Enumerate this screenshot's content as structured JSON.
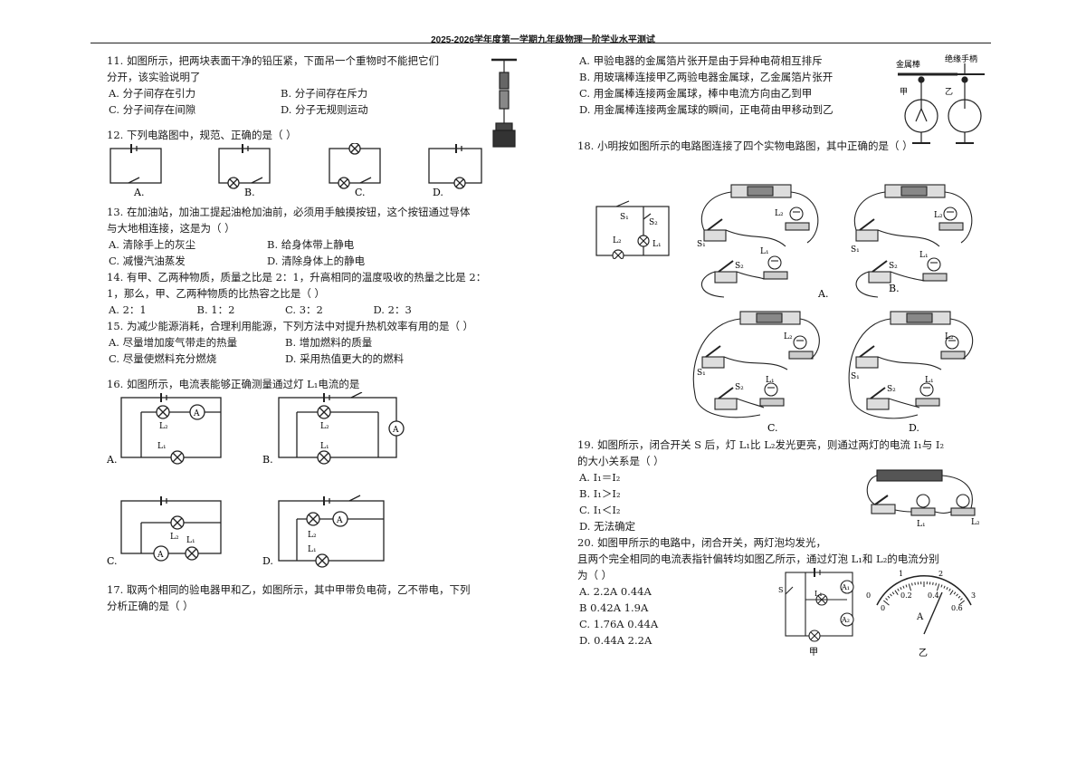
{
  "header": {
    "title": "2025-2026学年度第一学期九年级物理一阶学业水平测试"
  },
  "q11": {
    "stem1": "11. 如图所示，把两块表面干净的铅压紧，下面吊一个重物时不能把它们",
    "stem2": "分开，该实验说明了",
    "options": [
      "A. 分子间存在引力",
      "B. 分子间存在斥力",
      "C. 分子间存在间隙",
      "D. 分子无规则运动"
    ]
  },
  "q12": {
    "stem": "12. 下列电路图中，规范、正确的是（        ）",
    "labels": [
      "A.",
      "B.",
      "C.",
      "D."
    ]
  },
  "q13": {
    "stem1": "13. 在加油站，加油工提起油枪加油前，必须用手触摸按钮，这个按钮通过导体",
    "stem2": "与大地相连接，这是为（        ）",
    "options": [
      "A. 清除手上的灰尘",
      "B. 给身体带上静电",
      "C. 减慢汽油蒸发",
      "D. 清除身体上的静电"
    ]
  },
  "q14": {
    "stem1": "14. 有甲、乙两种物质，质量之比是 2：1，升高相同的温度吸收的热量之比是 2：",
    "stem2": "1，那么，甲、乙两种物质的比热容之比是（        ）",
    "options": [
      "A. 2：1",
      "B. 1：2",
      "C. 3：2",
      "D. 2：3"
    ]
  },
  "q15": {
    "stem": "15. 为减少能源消耗，合理利用能源，下列方法中对提升热机效率有用的是（   ）",
    "options": [
      "A. 尽量增加废气带走的热量",
      "B. 增加燃料的质量",
      "C. 尽量使燃料充分燃烧",
      "D. 采用热值更大的的燃料"
    ]
  },
  "q16": {
    "stem": "16. 如图所示，电流表能够正确测量通过灯 L₁电流的是",
    "labels": [
      "A.",
      "B.",
      "C.",
      "D."
    ],
    "l1": "L₁",
    "l2": "L₂",
    "ammeter": "A"
  },
  "q17": {
    "stem1": "17. 取两个相同的验电器甲和乙，如图所示，其中甲带负电荷，乙不带电，下列",
    "stem2": "分析正确的是（        ）",
    "options": [
      "A. 甲验电器的金属箔片张开是由于异种电荷相互排斥",
      "B. 用玻璃棒连接甲乙两验电器金属球，乙金属箔片张开",
      "C. 用金属棒连接两金属球，棒中电流方向由乙到甲",
      "D. 用金属棒连接两金属球的瞬间，正电荷由甲移动到乙"
    ],
    "fig_labels": {
      "rod": "金属棒",
      "handle": "绝缘手柄",
      "jia": "甲",
      "yi": "乙"
    }
  },
  "q18": {
    "stem": "18. 小明按如图所示的电路图连接了四个实物电路图，其中正确的是（        ）",
    "labels": [
      "A.",
      "B.",
      "C.",
      "D."
    ],
    "s1": "S₁",
    "s2": "S₂",
    "l1": "L₁",
    "l2": "L₂"
  },
  "q19": {
    "stem1": "19. 如图所示，闭合开关 S 后，灯 L₁比 L₂发光更亮，则通过两灯的电流 I₁与 I₂",
    "stem2": "的大小关系是（        ）",
    "options": [
      "A. I₁＝I₂",
      "B. I₁＞I₂",
      "C. I₁＜I₂",
      "D. 无法确定"
    ],
    "l1": "L₁",
    "l2": "L₂"
  },
  "q20": {
    "stem1": "20. 如图甲所示的电路中，闭合开关，两灯泡均发光，",
    "stem2": "且两个完全相同的电流表指针偏转均如图乙所示，通过灯泡 L₁和 L₂的电流分别",
    "stem3": "为（        ）",
    "options": [
      "A. 2.2A   0.44A",
      "B  0.42A  1.9A",
      "C. 1.76A  0.44A",
      "D. 0.44A  2.2A"
    ],
    "fig_jia": "甲",
    "fig_yi": "乙",
    "s": "S",
    "a1": "A₁",
    "a2": "A₂",
    "l1": "L₁",
    "meter_ticks_top": [
      "0",
      "1",
      "2",
      "3"
    ],
    "meter_ticks_bot": [
      "0",
      "0.2",
      "0.4",
      "0.6"
    ],
    "meter_unit": "A"
  }
}
